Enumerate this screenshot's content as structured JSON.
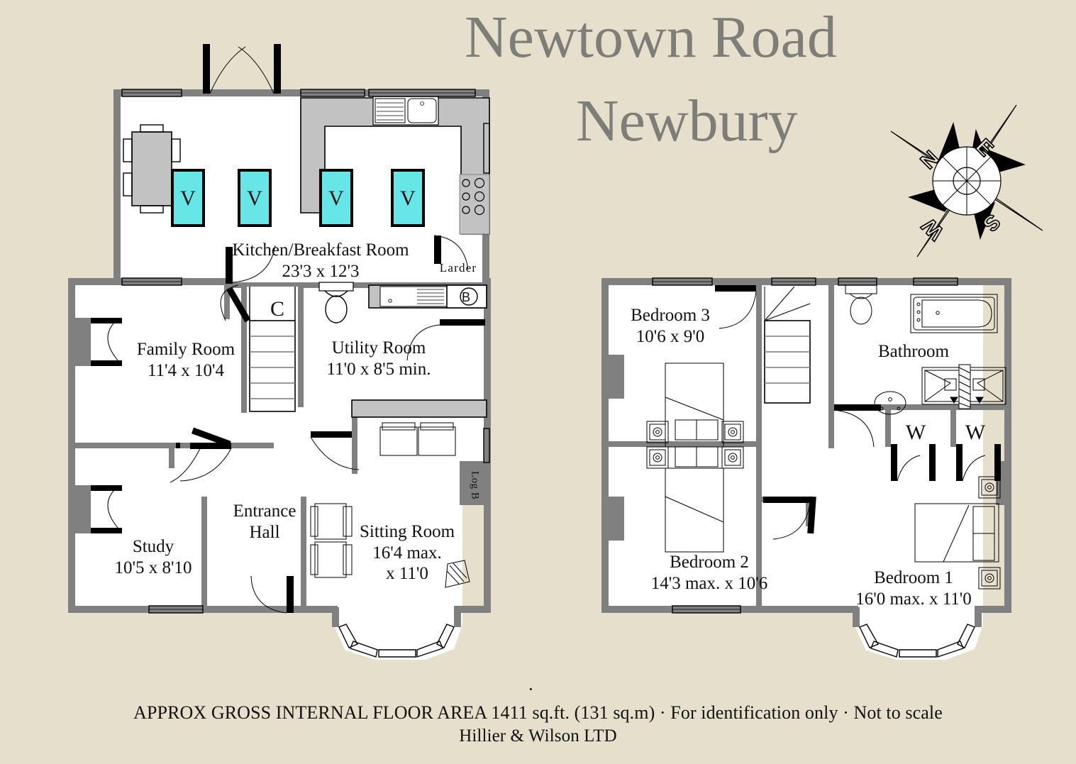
{
  "document": {
    "kind": "estate-agent-floorplan",
    "title_line1": "Newtown Road",
    "title_line2": "Newbury",
    "title_color": "#7d7d79",
    "background_color": "#e6dfcc",
    "wall_color": "#808080",
    "ink_color": "#111111",
    "highlight_color": "#66e6e6"
  },
  "compass": {
    "name": "compass-rose",
    "labels": {
      "north": "N",
      "east": "E",
      "south": "S",
      "west": "W"
    }
  },
  "ground_floor": {
    "rooms": [
      {
        "id": "kitchen-breakfast",
        "name": "Kitchen/Breakfast Room",
        "dimensions": "23'3 x 12'3"
      },
      {
        "id": "family-room",
        "name": "Family Room",
        "dimensions": "11'4 x 10'4"
      },
      {
        "id": "utility-room",
        "name": "Utility Room",
        "dimensions": "11'0 x 8'5 min."
      },
      {
        "id": "study",
        "name": "Study",
        "dimensions": "10'5 x 8'10"
      },
      {
        "id": "entrance-hall",
        "name": "Entrance Hall",
        "dimensions": ""
      },
      {
        "id": "sitting-room",
        "name": "Sitting Room",
        "dimensions": "16'4 max. x 11'0"
      }
    ],
    "labels": {
      "larder": "Larder",
      "cupboard": "C",
      "boiler": "B",
      "log_burner": "Log B",
      "entrance_hall_line1": "Entrance",
      "entrance_hall_line2": "Hall",
      "sitting_room_line1": "16'4 max.",
      "sitting_room_line2": "x 11'0"
    },
    "velux_markers": [
      {
        "id": "v1",
        "label": "V"
      },
      {
        "id": "v2",
        "label": "V"
      },
      {
        "id": "v3",
        "label": "V"
      },
      {
        "id": "v4",
        "label": "V"
      }
    ]
  },
  "first_floor": {
    "rooms": [
      {
        "id": "bedroom-3",
        "name": "Bedroom 3",
        "dimensions": "10'6 x 9'0"
      },
      {
        "id": "bedroom-2",
        "name": "Bedroom 2",
        "dimensions": "14'3 max. x 10'6"
      },
      {
        "id": "bedroom-1",
        "name": "Bedroom 1",
        "dimensions": "16'0 max. x 11'0"
      },
      {
        "id": "bathroom",
        "name": "Bathroom",
        "dimensions": ""
      }
    ],
    "wardrobes": [
      {
        "id": "w1",
        "label": "W"
      },
      {
        "id": "w2",
        "label": "W"
      }
    ]
  },
  "footer": {
    "dot": "·",
    "line1": "APPROX GROSS INTERNAL FLOOR AREA 1411 sq.ft. (131 sq.m) ·  For identification only · Not to scale",
    "line2": "Hillier & Wilson LTD"
  }
}
